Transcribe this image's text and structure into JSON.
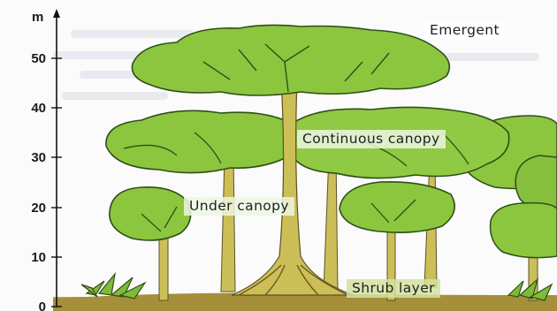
{
  "axis": {
    "unit": "m",
    "ticks": [
      "50",
      "40",
      "30",
      "20",
      "10",
      "0"
    ]
  },
  "layers": {
    "emergent": "Emergent",
    "continuous_canopy": "Continuous canopy",
    "under_canopy": "Under canopy",
    "shrub_layer": "Shrub layer"
  },
  "colors": {
    "foliage": "#8cc63f",
    "foliage_dark": "#5d9e2a",
    "trunk": "#c9b94f",
    "ground": "#9e8a3c",
    "axis": "#111111"
  }
}
